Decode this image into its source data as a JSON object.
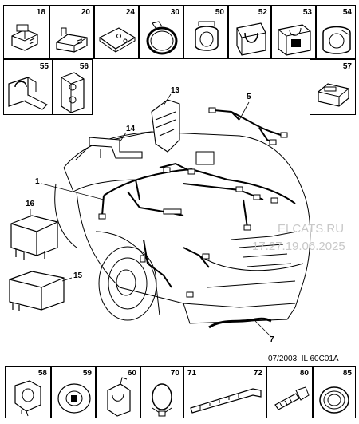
{
  "top_row_parts": [
    "18",
    "20",
    "24",
    "30",
    "50",
    "52",
    "53",
    "54"
  ],
  "second_row_parts": [
    "55",
    "56"
  ],
  "right_part": "57",
  "bottom_row_parts": [
    "58",
    "59",
    "60",
    "70",
    "71",
    "72",
    "80",
    "85"
  ],
  "callouts": {
    "c1": "1",
    "c5": "5",
    "c7": "7",
    "c13": "13",
    "c14": "14",
    "c15": "15",
    "c16": "16"
  },
  "reference": "07/2003  IL 60C01A",
  "watermark_line1": "ELCATS.RU",
  "watermark_line2": "17.27.19.06.2025",
  "colors": {
    "line": "#000000",
    "bg": "#ffffff",
    "watermark": "#c8c8c8"
  }
}
